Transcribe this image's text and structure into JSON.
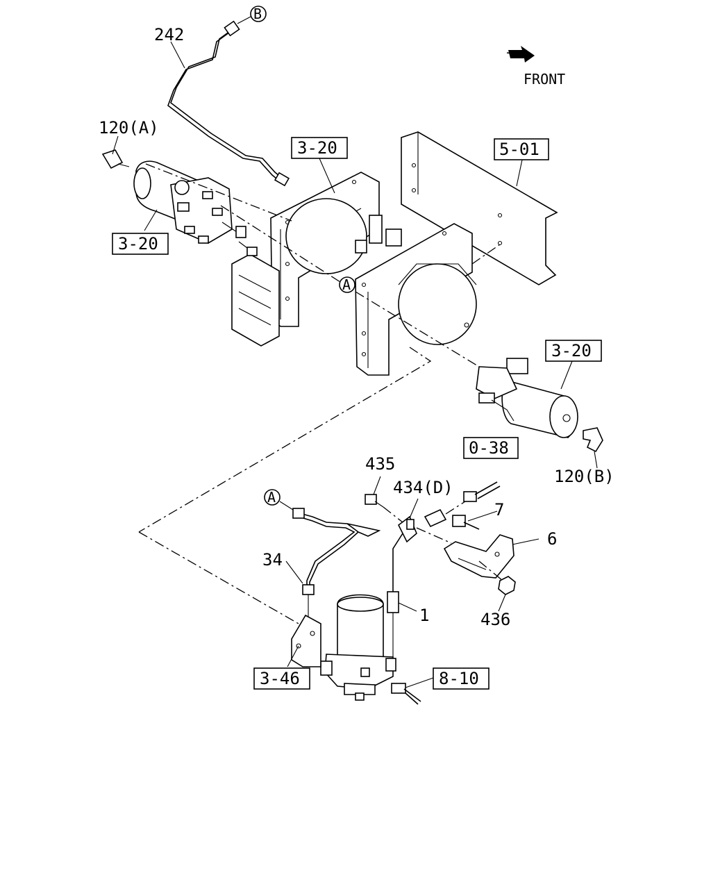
{
  "labels": {
    "front": "FRONT",
    "p242": "242",
    "p120a": "120(A)",
    "p120b": "120(B)",
    "p435": "435",
    "p434d": "434(D)",
    "p7": "7",
    "p6": "6",
    "p34": "34",
    "p1": "1",
    "p436": "436",
    "circle_a": "A",
    "circle_b": "B"
  },
  "refs": {
    "r320_top": "3-20",
    "r501": "5-01",
    "r320_left": "3-20",
    "r320_right": "3-20",
    "r038": "0-38",
    "r346": "3-46",
    "r810": "8-10"
  }
}
